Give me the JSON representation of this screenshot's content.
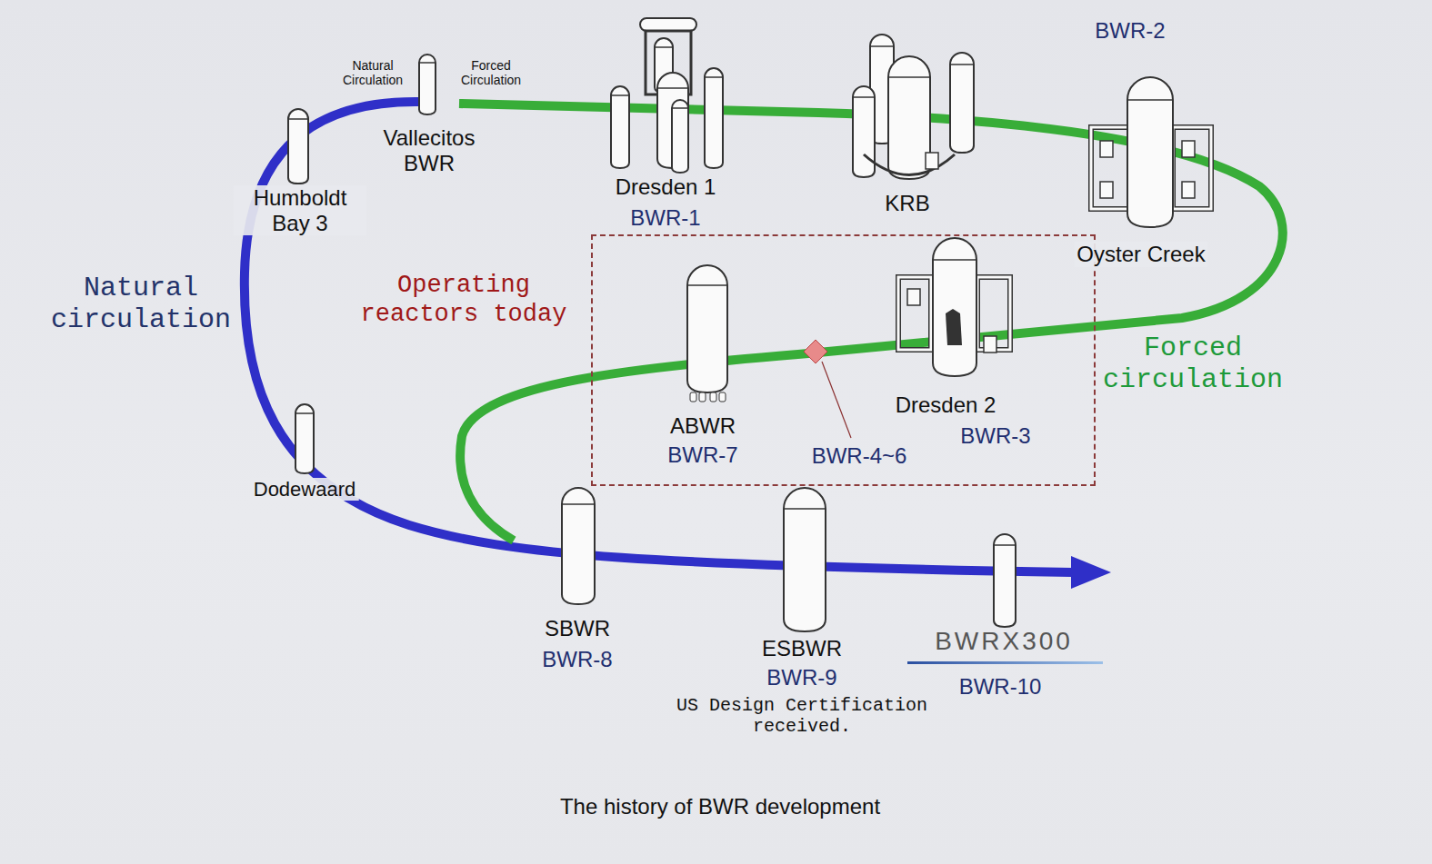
{
  "diagram": {
    "caption": "The history of BWR development",
    "nodes": [
      {
        "text": [
          "Operating reactors today"
        ]
      }
    ],
    "labels": [
      "Natural Circulation",
      "Forced Circulation",
      "Vallecitos BWR",
      "Humboldt Bay 3",
      "Natural circulation",
      "Dodewaard",
      "Dresden 1",
      "BWR-1",
      "KRB",
      "BWR-2",
      "Oyster Creek",
      "Forced circulation",
      "ABWR",
      "BWR-7",
      "BWR-4~6",
      "Dresden 2",
      "BWR-3",
      "SBWR",
      "BWR-8",
      "ESBWR",
      "BWR-9",
      "US Design Certification received.",
      "BWRX300",
      "BWR-10"
    ]
  }
}
